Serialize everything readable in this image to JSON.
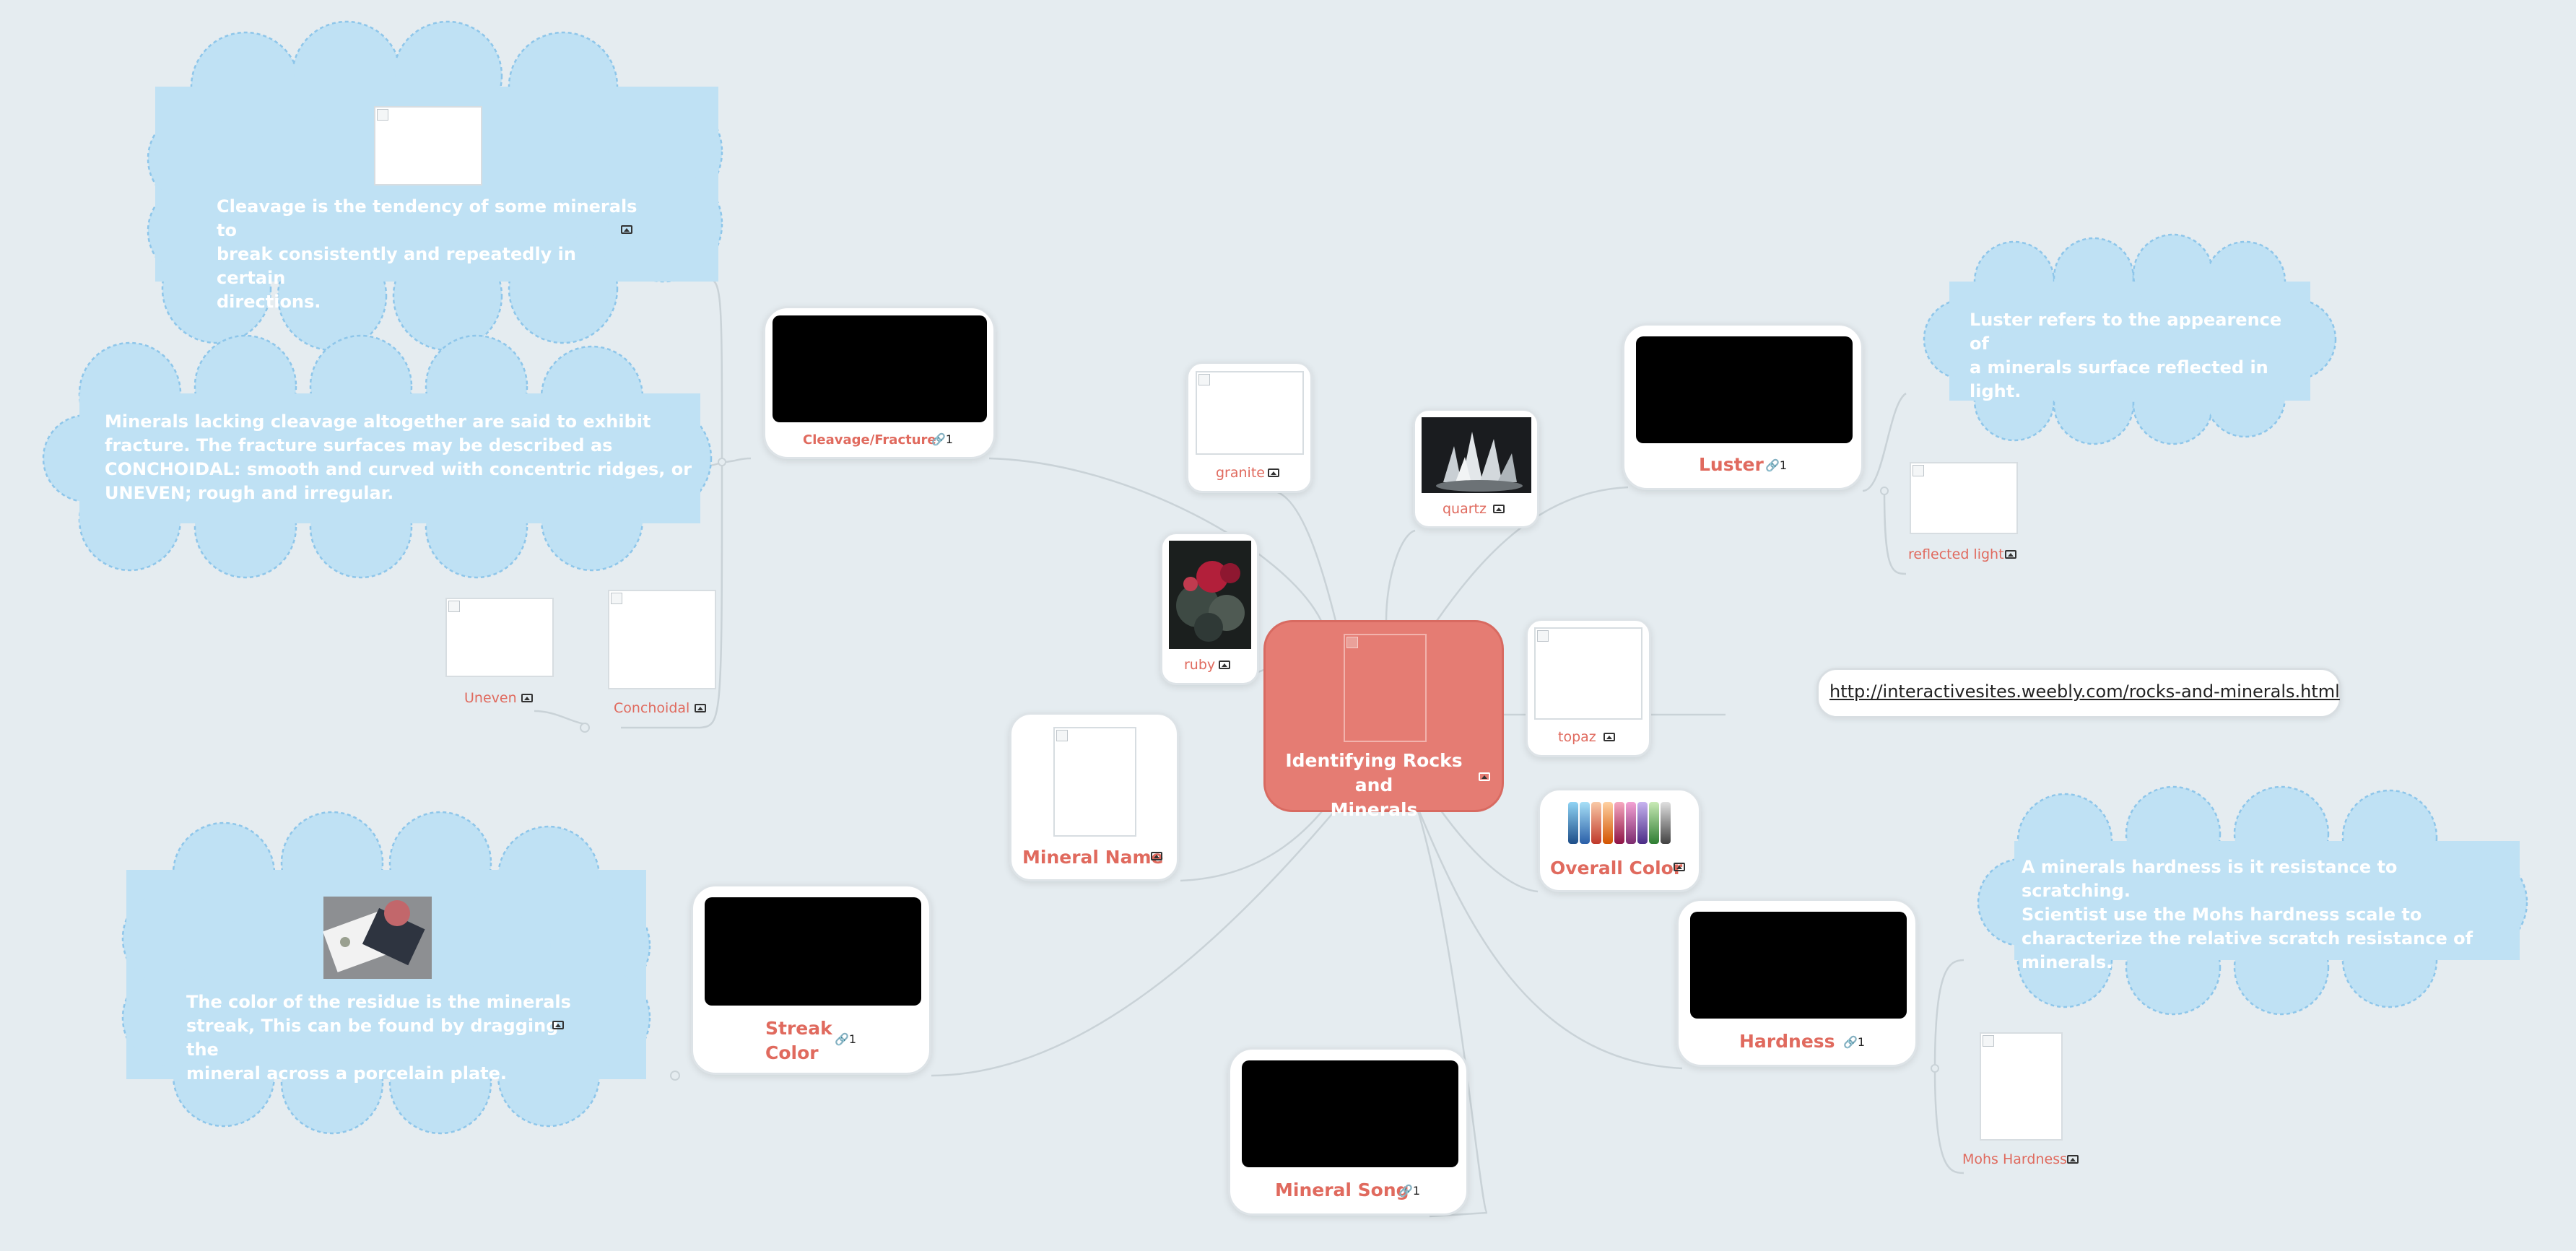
{
  "central": {
    "title_line1": "Identifying Rocks and",
    "title_line2": "Minerals",
    "icon": "image-icon"
  },
  "topics": {
    "cleavage": {
      "title": "Cleavage/Fracture",
      "links": "🔗1"
    },
    "granite": {
      "title": "granite"
    },
    "quartz": {
      "title": "quartz"
    },
    "ruby": {
      "title": "ruby"
    },
    "luster": {
      "title": "Luster",
      "links": "🔗1"
    },
    "topaz": {
      "title": "topaz"
    },
    "mineral_name": {
      "title": "Mineral Name"
    },
    "overall_color": {
      "title": "Overall Color"
    },
    "streak": {
      "title_line1": "Streak",
      "title_line2": "Color",
      "links": "🔗1"
    },
    "hardness": {
      "title": "Hardness",
      "links": "🔗1"
    },
    "mineral_song": {
      "title": "Mineral Song",
      "links": "🔗1"
    },
    "reflected_light": {
      "title": "reflected light"
    },
    "mohs_hardness": {
      "title": "Mohs Hardness"
    },
    "uneven": {
      "title": "Uneven"
    },
    "conchoidal": {
      "title": "Conchoidal"
    }
  },
  "notes": {
    "cleavage_def": [
      "Cleavage is the tendency of some  minerals to",
      "break consistently and repeatedly in certain",
      "directions."
    ],
    "fracture_def": [
      "Minerals lacking cleavage altogether are  said to exhibit",
      "fracture. The fracture surfaces may be described as",
      "CONCHOIDAL: smooth and curved with concentric ridges, or",
      "UNEVEN; rough and irregular."
    ],
    "luster_def": [
      "Luster  refers to the appearence of",
      "a minerals surface reflected in",
      "light."
    ],
    "hardness_def": [
      "A minerals hardness is it resistance to scratching.",
      "Scientist use the Mohs hardness scale to",
      "characterize the relative scratch resistance of",
      "minerals."
    ],
    "streak_def": [
      "The color of  the residue is the minerals",
      "streak, This can be found by dragging the",
      "mineral across a porcelain plate."
    ]
  },
  "url": "http://interactivesites.weebly.com/rocks-and-minerals.html",
  "colors": {
    "background": "#e5ecf0",
    "central": "#e57c73",
    "accent_text": "#e06a5e",
    "cloud": "#bfe1f4",
    "cloud_border": "#8ec6ea"
  }
}
